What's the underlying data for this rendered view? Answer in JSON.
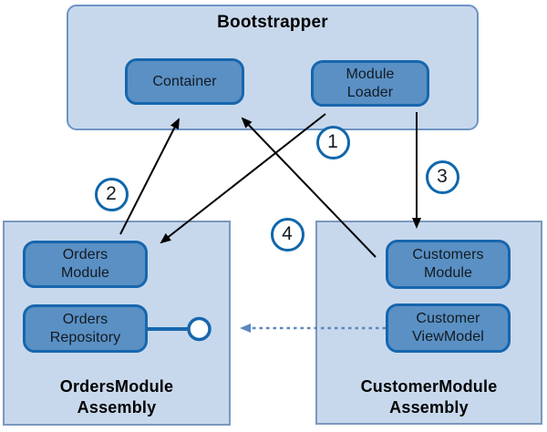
{
  "colors": {
    "page_bg": "#ffffff",
    "outer_fill": "#c8d8ec",
    "bootstrapper_border": "#6e94c4",
    "assembly_border": "#7a98bd",
    "inner_fill": "#5a90c4",
    "inner_border": "#1766ae",
    "step_circle_border": "#0f67ab",
    "arrow": "#000000",
    "dashed_arrow": "#5c87c0",
    "box_text": "#131a21",
    "label_text": "#000000"
  },
  "boxes": {
    "bootstrapper": {
      "title": "Bootstrapper"
    },
    "container": {
      "label": "Container"
    },
    "module_loader": {
      "label": "Module\nLoader"
    },
    "orders_assembly": {
      "label": "OrdersModule\nAssembly"
    },
    "orders_module": {
      "label": "Orders\nModule"
    },
    "orders_repository": {
      "label": "Orders\nRepository"
    },
    "customer_assembly": {
      "label": "CustomerModule\nAssembly"
    },
    "customers_module": {
      "label": "Customers\nModule"
    },
    "customer_viewmodel": {
      "label": "Customer\nViewModel"
    }
  },
  "steps": [
    {
      "number": "1"
    },
    {
      "number": "2"
    },
    {
      "number": "3"
    },
    {
      "number": "4"
    }
  ]
}
